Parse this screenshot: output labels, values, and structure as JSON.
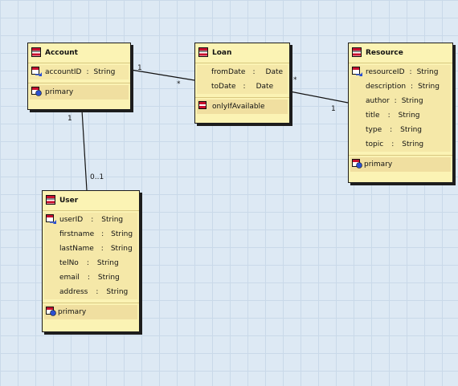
{
  "diagram": {
    "classes": {
      "account": {
        "name": "Account",
        "attributes": [
          {
            "name": "accountID",
            "sep": ":",
            "type": "String",
            "key": true
          }
        ],
        "operations": [
          {
            "name": "primary"
          }
        ]
      },
      "loan": {
        "name": "Loan",
        "attributes": [
          {
            "name": "fromDate",
            "sep": ":",
            "type": "Date",
            "key": false
          },
          {
            "name": "toDate",
            "sep": ":",
            "type": "Date",
            "key": false
          }
        ],
        "operations": [
          {
            "name": "onlyIfAvailable"
          }
        ]
      },
      "resource": {
        "name": "Resource",
        "attributes": [
          {
            "name": "resourceID",
            "sep": ":",
            "type": "String",
            "key": true
          },
          {
            "name": "description",
            "sep": ":",
            "type": "String",
            "key": false
          },
          {
            "name": "author",
            "sep": ":",
            "type": "String",
            "key": false
          },
          {
            "name": "title",
            "sep": ":",
            "type": "String",
            "key": false
          },
          {
            "name": "type",
            "sep": ":",
            "type": "String",
            "key": false
          },
          {
            "name": "topic",
            "sep": ":",
            "type": "String",
            "key": false
          }
        ],
        "operations": [
          {
            "name": "primary"
          }
        ]
      },
      "user": {
        "name": "User",
        "attributes": [
          {
            "name": "userID",
            "sep": ":",
            "type": "String",
            "key": true
          },
          {
            "name": "firstname",
            "sep": ":",
            "type": "String",
            "key": false
          },
          {
            "name": "lastName",
            "sep": ":",
            "type": "String",
            "key": false
          },
          {
            "name": "telNo",
            "sep": ":",
            "type": "String",
            "key": false
          },
          {
            "name": "email",
            "sep": ":",
            "type": "String",
            "key": false
          },
          {
            "name": "address",
            "sep": ":",
            "type": "String",
            "key": false
          }
        ],
        "operations": [
          {
            "name": "primary"
          }
        ]
      }
    },
    "associations": {
      "account_loan": {
        "account_end": "1",
        "loan_end": "*"
      },
      "loan_resource": {
        "loan_end": "*",
        "resource_end": "1"
      },
      "account_user": {
        "account_end": "1",
        "user_end": "0..1"
      }
    },
    "colors": {
      "class_fill": "#fbf3b4",
      "row_fill": "#f5e8a8",
      "border": "#1d1d1d",
      "canvas": "#dde9f4",
      "grid": "#c9d9e9",
      "icon_red": "#c8102e",
      "icon_blue": "#2a4fd0"
    },
    "icons": {
      "class": "class-icon",
      "key_attribute": "key-attribute-icon",
      "operation": "operation-icon"
    }
  }
}
